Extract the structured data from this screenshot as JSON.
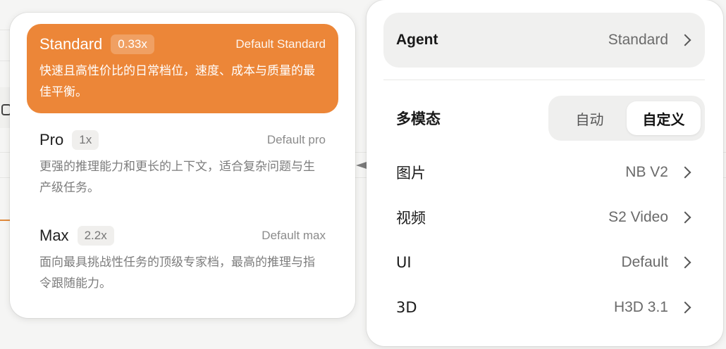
{
  "tiers": [
    {
      "name": "Standard",
      "multiplier": "0.33x",
      "default_label": "Default Standard",
      "description": "快速且高性价比的日常档位，速度、成本与质量的最佳平衡。",
      "active": true
    },
    {
      "name": "Pro",
      "multiplier": "1x",
      "default_label": "Default pro",
      "description": "更强的推理能力和更长的上下文，适合复杂问题与生产级任务。",
      "active": false
    },
    {
      "name": "Max",
      "multiplier": "2.2x",
      "default_label": "Default max",
      "description": "面向最具挑战性任务的顶级专家档，最高的推理与指令跟随能力。",
      "active": false
    }
  ],
  "settings": {
    "agent": {
      "label": "Agent",
      "value": "Standard"
    },
    "multimodal": {
      "label": "多模态",
      "options": [
        "自动",
        "自定义"
      ],
      "selected": "自定义"
    },
    "items": [
      {
        "label": "图片",
        "value": "NB V2"
      },
      {
        "label": "视频",
        "value": "S2 Video"
      },
      {
        "label": "UI",
        "value": "Default"
      },
      {
        "label": "3D",
        "value": "H3D 3.1"
      }
    ]
  },
  "colors": {
    "accent": "#ec8638",
    "panel": "#ffffff",
    "row_bg": "#f0f0ef"
  }
}
